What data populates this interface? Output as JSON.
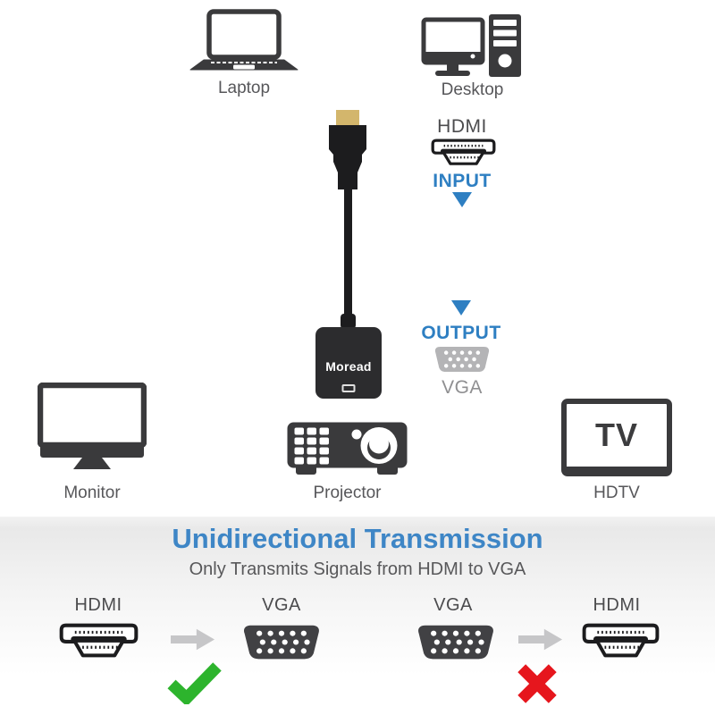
{
  "devices_top": [
    {
      "name": "laptop",
      "label": "Laptop"
    },
    {
      "name": "desktop",
      "label": "Desktop"
    }
  ],
  "adapter_flow": {
    "hdmi_label": "HDMI",
    "input_label": "INPUT",
    "brand": "Moread",
    "output_label": "OUTPUT",
    "vga_label": "VGA"
  },
  "devices_bottom": [
    {
      "name": "monitor",
      "label": "Monitor"
    },
    {
      "name": "projector",
      "label": "Projector"
    },
    {
      "name": "hdtv",
      "label": "HDTV",
      "screen_text": "TV"
    }
  ],
  "transmission": {
    "title": "Unidirectional Transmission",
    "subtitle": "Only Transmits Signals from HDMI to VGA",
    "directions": [
      {
        "from": "HDMI",
        "to": "VGA",
        "allowed": true
      },
      {
        "from": "VGA",
        "to": "HDMI",
        "allowed": false
      }
    ]
  },
  "colors": {
    "accent_blue": "#2e7fc2",
    "title_blue": "#3e86c6",
    "icon_dark": "#3a3a3c",
    "connector_black": "#1c1c1e",
    "label_gray": "#57575a",
    "vga_gray": "#b4b4b6",
    "arrow_gray": "#c6c6c8",
    "check_green": "#2db42d",
    "cross_red": "#e6161d",
    "gold": "#d3b66c"
  }
}
